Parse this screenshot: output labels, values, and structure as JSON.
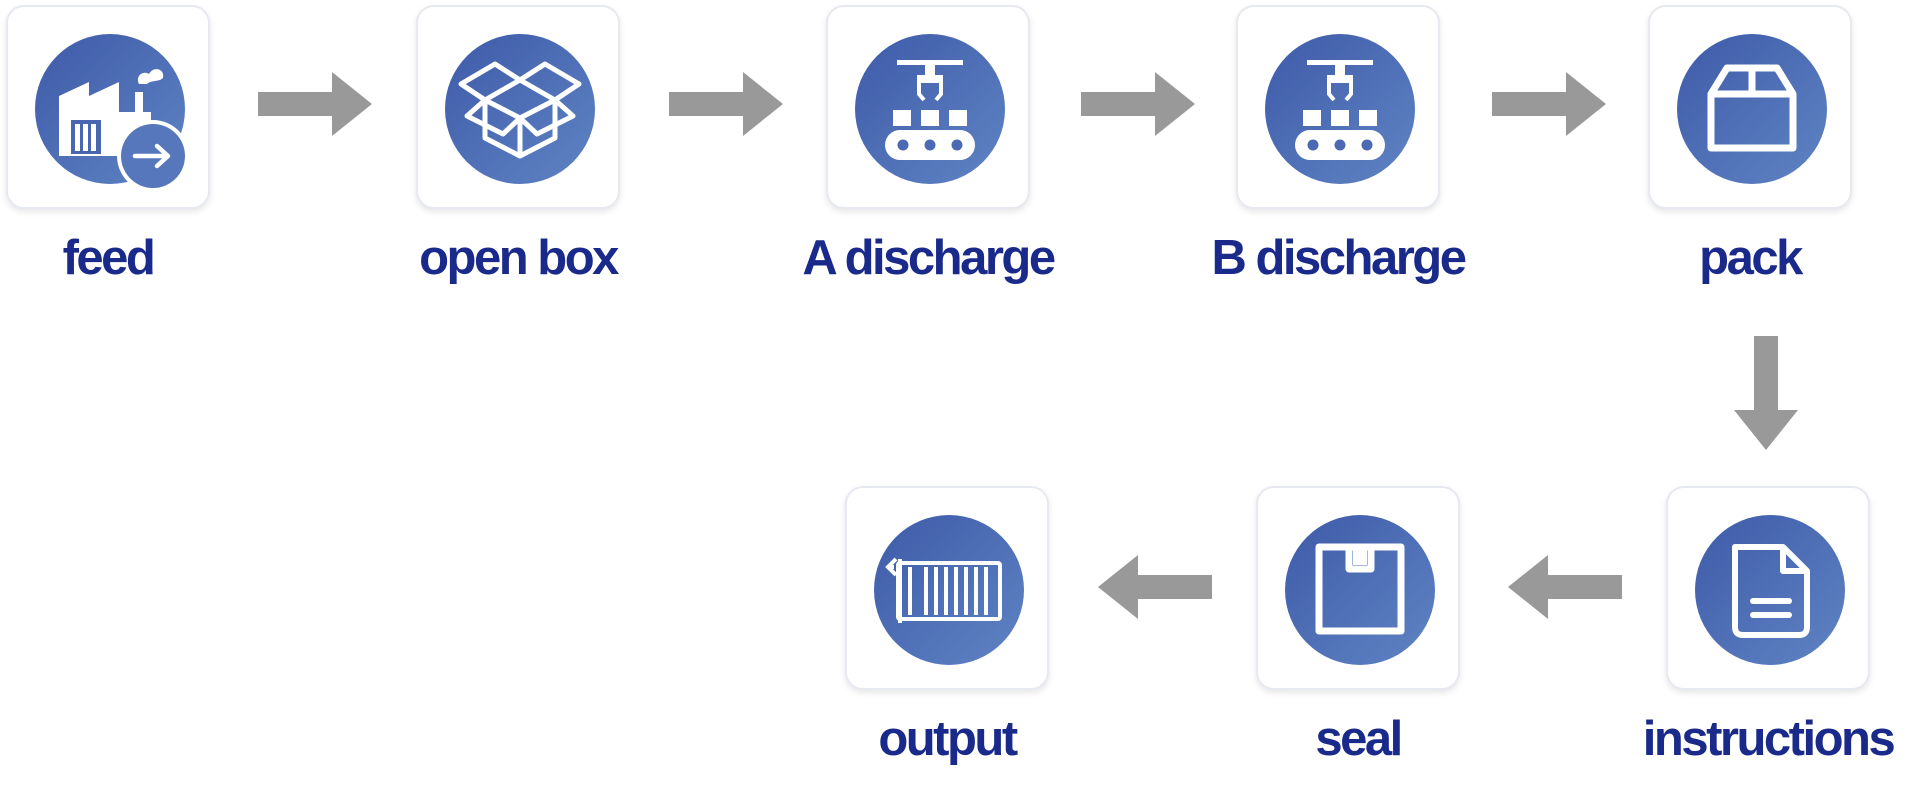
{
  "steps": [
    {
      "label": "feed",
      "icon": "factory-feed-icon"
    },
    {
      "label": "open box",
      "icon": "open-box-icon"
    },
    {
      "label": "A discharge",
      "icon": "robot-conveyor-icon"
    },
    {
      "label": "B discharge",
      "icon": "robot-conveyor-icon"
    },
    {
      "label": "pack",
      "icon": "package-box-icon"
    },
    {
      "label": "instructions",
      "icon": "document-icon"
    },
    {
      "label": "seal",
      "icon": "sealed-box-icon"
    },
    {
      "label": "output",
      "icon": "container-output-icon"
    }
  ],
  "colors": {
    "icon_gradient_start": "#3e5aa8",
    "icon_gradient_end": "#5f84c4",
    "label": "#1a2a8a",
    "arrow": "#999999"
  }
}
